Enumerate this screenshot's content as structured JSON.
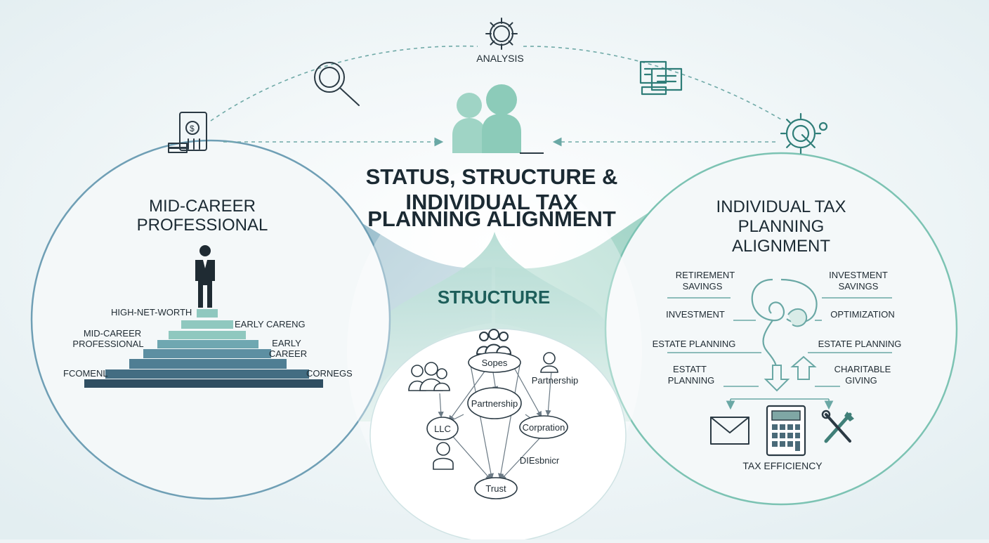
{
  "header": {
    "analysis_label": "ANALYSIS",
    "title_lines": [
      "STATUS, STRUCTURE &",
      "INDIVIDUAL TAX",
      "PLANNING ALIGNMENT"
    ]
  },
  "left_panel": {
    "title_lines": [
      "MID-CAREER",
      "PROFESSIONAL"
    ],
    "stair_labels": {
      "high_net_worth": "HIGH-NET-WORTH",
      "early_careng": "EARLY CARENG",
      "mid_career_1": "MID-CAREER",
      "mid_career_2": "PROFESSIONAL",
      "early_career_1": "EARLY",
      "early_career_2": "CAREER",
      "foundation": "FCOMENL",
      "corners": "CORNEGS"
    }
  },
  "center_panel": {
    "title": "STRUCTURE",
    "nodes": {
      "sopes": "Sopes",
      "partnership_top": "Partnership",
      "partnership_mid": "Partnership",
      "llc": "LLC",
      "corporation": "Corpration",
      "diesbnicr": "DIEsbnicr",
      "trust": "Trust"
    }
  },
  "right_panel": {
    "title_lines": [
      "INDIVIDUAL TAX",
      "PLANNING",
      "ALIGNMENT"
    ],
    "labels": {
      "retirement_1": "RETIREMENT",
      "retirement_2": "SAVINGS",
      "investment_savings_1": "INVESTMENT",
      "investment_savings_2": "SAVINGS",
      "investment": "INVESTMENT",
      "optimization": "OPTIMIZATION",
      "estate_left": "ESTATE PLANNING",
      "estate_right": "ESTATE PLANNING",
      "estatt_1": "ESTATT",
      "estatt_2": "PLANNING",
      "charitable_1": "CHARITABLE",
      "charitable_2": "GIVING",
      "tax_efficiency": "TAX EFFICIENCY"
    }
  },
  "icons": [
    "money-document-icon",
    "magnifier-icon",
    "gear-icon",
    "documents-icon",
    "target-gear-icon",
    "people-icon",
    "envelope-icon",
    "calculator-icon",
    "tools-icon"
  ],
  "colors": {
    "left_ring": "#6f9fb5",
    "right_ring": "#7cc3b3",
    "accent_teal": "#2e7d78",
    "stair_dark": "#3f6478",
    "stair_light": "#8fc8bf"
  }
}
